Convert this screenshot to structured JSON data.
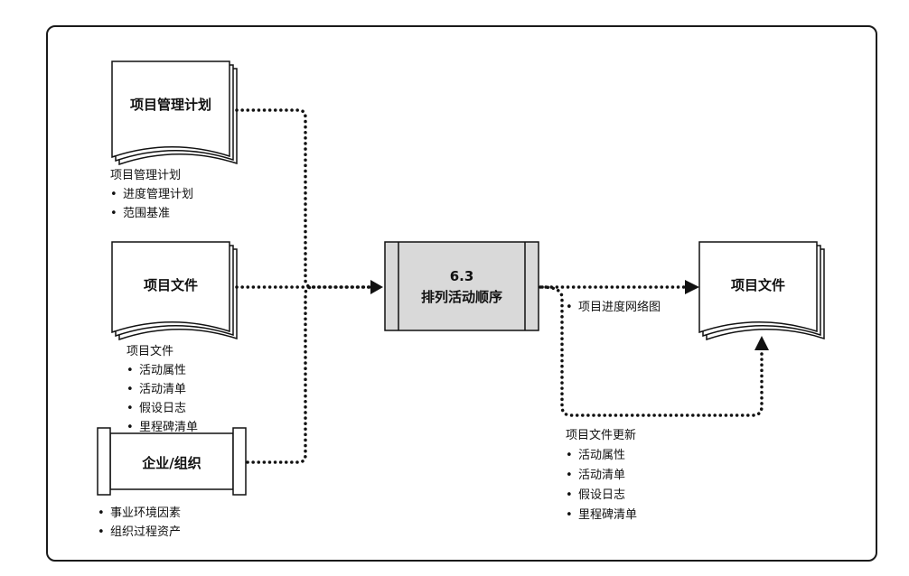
{
  "colors": {
    "stroke": "#111111",
    "process_fill": "#d9d9d9"
  },
  "inputs": {
    "pm_plan": {
      "title": "项目管理计划",
      "caption": "项目管理计划",
      "bullets": [
        "进度管理计划",
        "范围基准"
      ]
    },
    "project_docs": {
      "title": "项目文件",
      "caption": "项目文件",
      "bullets": [
        "活动属性",
        "活动清单",
        "假设日志",
        "里程碑清单"
      ]
    },
    "enterprise": {
      "title": "企业/组织",
      "bullets": [
        "事业环境因素",
        "组织过程资产"
      ]
    }
  },
  "process": {
    "number": "6.3",
    "name": "排列活动顺序"
  },
  "outputs": {
    "project_docs": {
      "title": "项目文件"
    },
    "network_diagram_label": "项目进度网络图",
    "doc_updates": {
      "caption": "项目文件更新",
      "bullets": [
        "活动属性",
        "活动清单",
        "假设日志",
        "里程碑清单"
      ]
    }
  }
}
